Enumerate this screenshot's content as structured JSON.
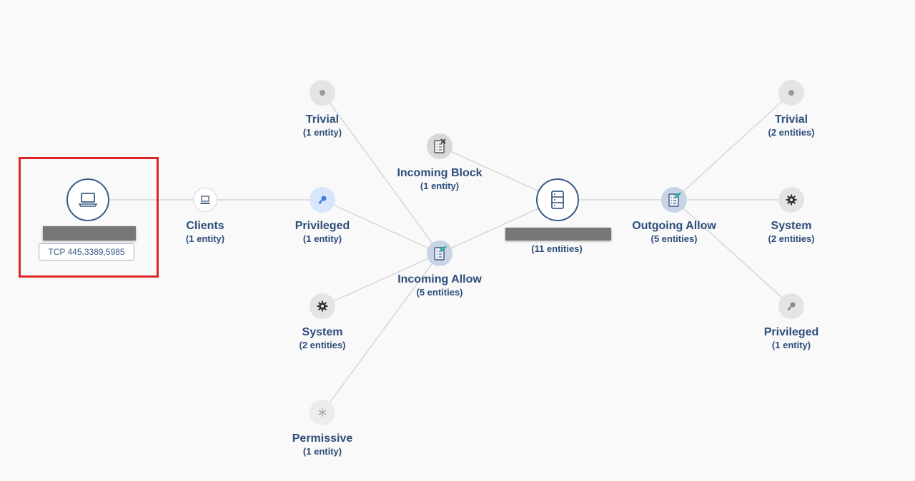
{
  "source": {
    "icon": "laptop-icon",
    "ports_label": "TCP 445,3389,5985"
  },
  "target": {
    "icon": "server-icon",
    "count": "(11 entities)"
  },
  "nodes": {
    "clients": {
      "title": "Clients",
      "count": "(1 entity)",
      "icon": "laptop-icon"
    },
    "privileged_in": {
      "title": "Privileged",
      "count": "(1 entity)",
      "icon": "key-icon"
    },
    "trivial_in": {
      "title": "Trivial",
      "count": "(1 entity)",
      "icon": "dot-icon"
    },
    "system_in": {
      "title": "System",
      "count": "(2 entities)",
      "icon": "gear-icon"
    },
    "permissive_in": {
      "title": "Permissive",
      "count": "(1 entity)",
      "icon": "asterisk-icon"
    },
    "incoming_block": {
      "title": "Incoming Block",
      "count": "(1 entity)",
      "icon": "checklist-blocked-icon"
    },
    "incoming_allow": {
      "title": "Incoming Allow",
      "count": "(5 entities)",
      "icon": "checklist-allowed-icon"
    },
    "outgoing_allow": {
      "title": "Outgoing Allow",
      "count": "(5 entities)",
      "icon": "checklist-allowed-icon"
    },
    "trivial_out": {
      "title": "Trivial",
      "count": "(2 entities)",
      "icon": "dot-icon"
    },
    "system_out": {
      "title": "System",
      "count": "(2 entities)",
      "icon": "gear-icon"
    },
    "privileged_out": {
      "title": "Privileged",
      "count": "(1 entity)",
      "icon": "key-icon"
    }
  },
  "colors": {
    "edge": "#d6d6d6",
    "label": "#2e4d7a",
    "highlight": "#e02424",
    "accent_check": "#19b394"
  }
}
